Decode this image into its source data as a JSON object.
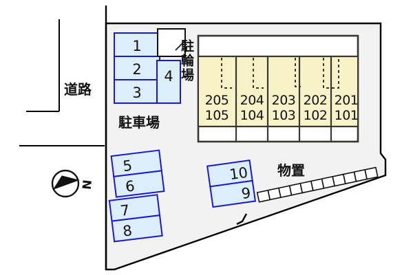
{
  "plan": {
    "title_labels": {
      "road": "道路",
      "parking_lot": "駐車場",
      "bicycle_parking": "駐輪場",
      "storage": "物置"
    },
    "compass": {
      "north_letter": "N"
    },
    "colors": {
      "building_fill": "#F7F2C8",
      "building_stroke": "#3A3730",
      "stall_fill": "#DCEEFA",
      "stall_stroke": "#1A18D8",
      "site_fill": "#F2F2F2",
      "site_stroke": "#000000",
      "shed_fill": "#FFFFFF",
      "text": "#111111"
    },
    "parking_stalls_top": [
      {
        "label": "1"
      },
      {
        "label": "2"
      },
      {
        "label": "3"
      }
    ],
    "parking_stall_single": {
      "label": "4"
    },
    "parking_stalls_left_upper": [
      {
        "label": "5"
      },
      {
        "label": "6"
      }
    ],
    "parking_stalls_left_lower": [
      {
        "label": "7"
      },
      {
        "label": "8"
      }
    ],
    "parking_stalls_mid": [
      {
        "label": "10"
      },
      {
        "label": "9"
      }
    ],
    "building_units": [
      {
        "upper": "205",
        "lower": "105"
      },
      {
        "upper": "204",
        "lower": "104"
      },
      {
        "upper": "203",
        "lower": "103"
      },
      {
        "upper": "202",
        "lower": "102"
      },
      {
        "upper": "201",
        "lower": "101"
      }
    ],
    "storage_shed_count": 11
  }
}
